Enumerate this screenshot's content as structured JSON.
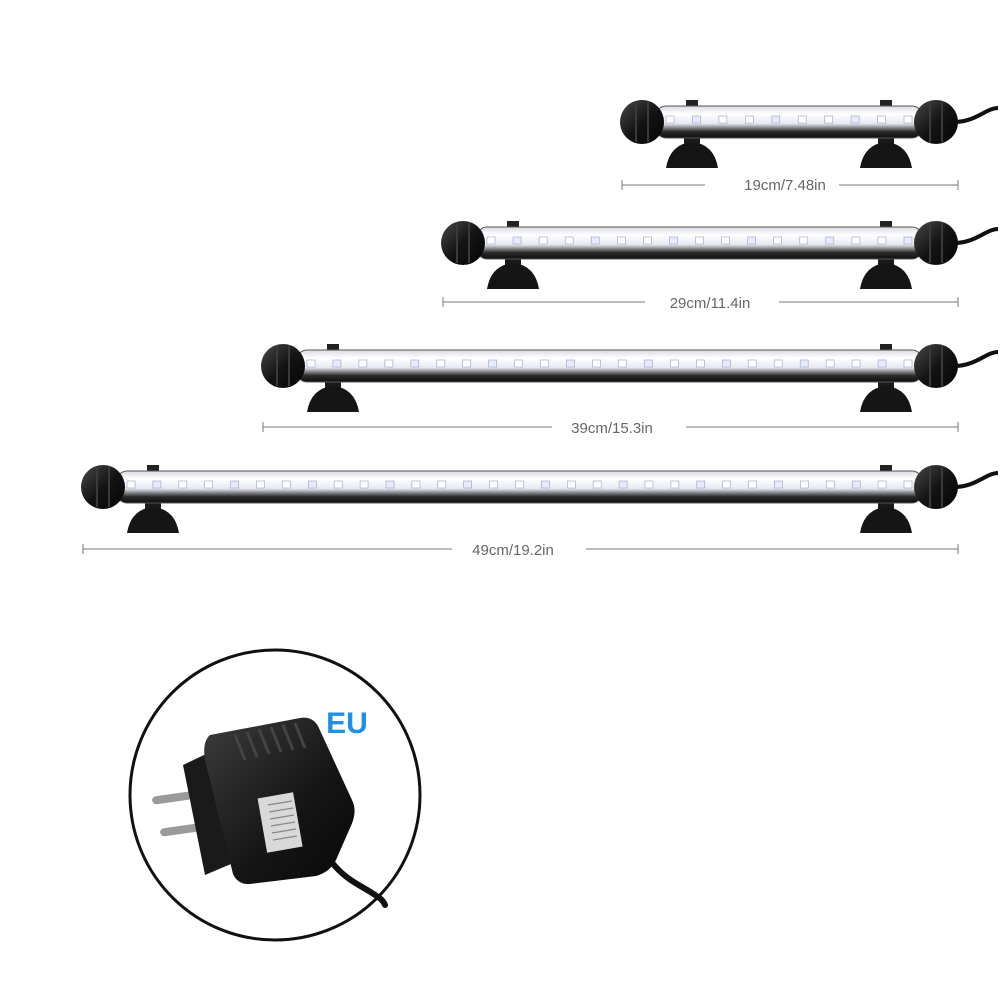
{
  "bars": [
    {
      "length_label": "19cm/7.48in"
    },
    {
      "length_label": "29cm/11.4in"
    },
    {
      "length_label": "39cm/15.3in"
    },
    {
      "length_label": "49cm/19.2in"
    }
  ],
  "adapter": {
    "plug_type": "EU"
  },
  "colors": {
    "background": "#ffffff",
    "tube_body": "#1a1a1a",
    "led": "#ffffff",
    "led_glow": "#cfd6ff",
    "dimension_line": "#777777",
    "eu_text": "#1e90e6"
  },
  "icons": [
    "led-light-bar",
    "suction-cup",
    "power-adapter",
    "eu-plug"
  ]
}
